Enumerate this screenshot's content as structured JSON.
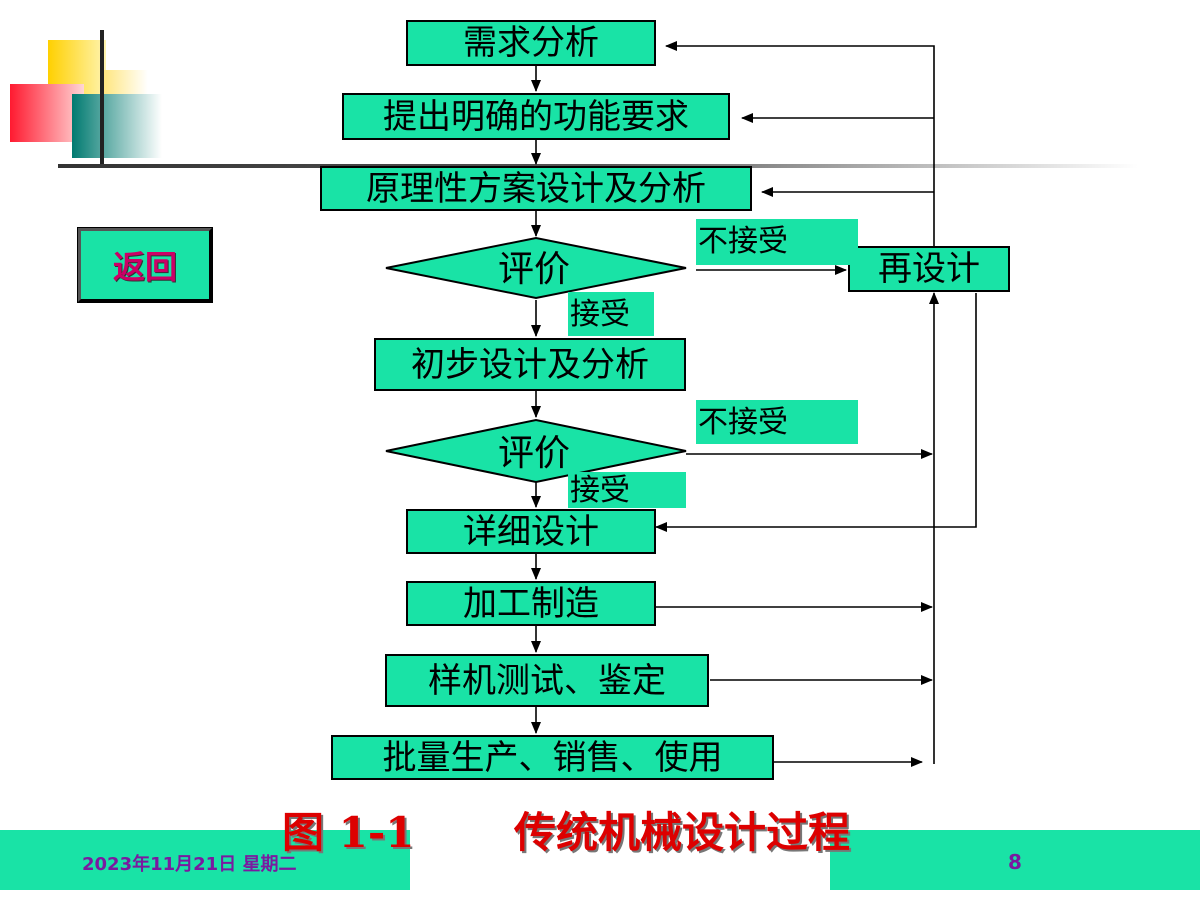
{
  "colors": {
    "box_fill": "#19e3a6",
    "caption": "#dd0000",
    "footer_text": "#7a1aa0",
    "back_text": "#cc0066"
  },
  "nav": {
    "back_label": "返回"
  },
  "flow": {
    "requirements": "需求分析",
    "functions": "提出明确的功能要求",
    "principle": "原理性方案设计及分析",
    "evaluate1": "评价",
    "preliminary": "初步设计及分析",
    "evaluate2": "评价",
    "detailed": "详细设计",
    "manufacture": "加工制造",
    "prototype": "样机测试、鉴定",
    "production": "批量生产、销售、使用",
    "redesign": "再设计"
  },
  "labels": {
    "reject1": "不接受",
    "accept1": "接受",
    "reject2": "不接受",
    "accept2": "接受"
  },
  "caption": {
    "figure": "图 1-1",
    "title": "传统机械设计过程"
  },
  "footer": {
    "date": "2023年11月21日 星期二",
    "page": "8"
  }
}
